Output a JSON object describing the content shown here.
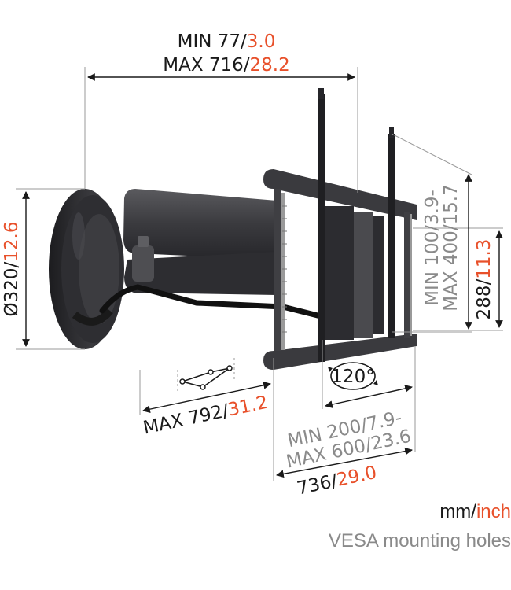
{
  "dimensions": {
    "depth": {
      "min_mm": "MIN 77/",
      "min_in": "3.0",
      "max_mm": "MAX 716/",
      "max_in": "28.2"
    },
    "plate": {
      "mm": "Ø320/",
      "in": "12.6"
    },
    "extension": {
      "mm": "MAX 792/",
      "in": "31.2"
    },
    "width": {
      "mm": "736/",
      "in": "29.0"
    },
    "height": {
      "mm": "288/",
      "in": "11.3"
    },
    "vesa_vertical": {
      "line1": "MIN 100/3.9-",
      "line2": "MAX 400/15.7"
    },
    "vesa_horizontal": {
      "line1": "MIN 200/7.9-",
      "line2": "MAX 600/23.6"
    },
    "rotation": "120°"
  },
  "legend": {
    "mm": "mm/",
    "inch": "inch",
    "vesa": "VESA mounting holes"
  },
  "colors": {
    "accent": "#e8502a",
    "dark": "#1a1a1a",
    "grey": "#8a8a8a"
  }
}
